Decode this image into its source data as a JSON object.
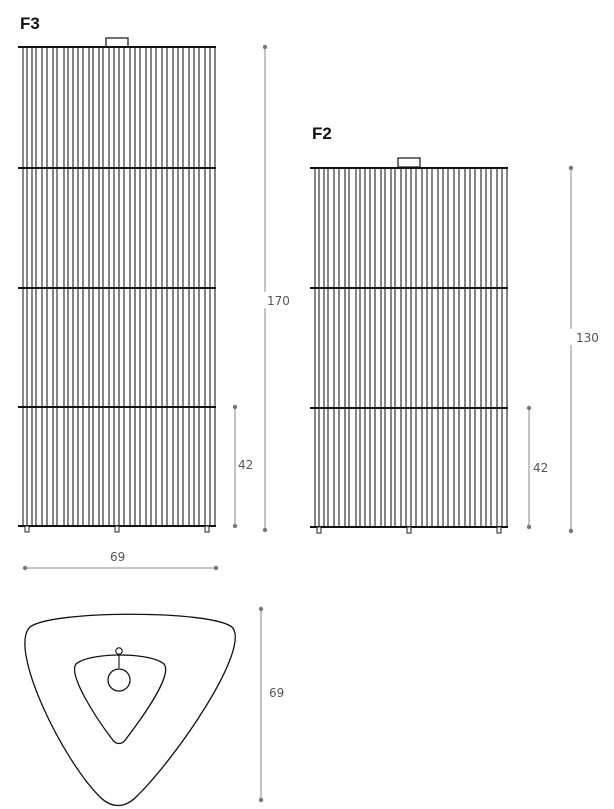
{
  "models": {
    "f3": {
      "label": "F3",
      "height": "170",
      "lower_height": "42",
      "width": "69"
    },
    "f2": {
      "label": "F2",
      "height": "130",
      "lower_height": "42"
    }
  },
  "top_view": {
    "depth": "69"
  }
}
